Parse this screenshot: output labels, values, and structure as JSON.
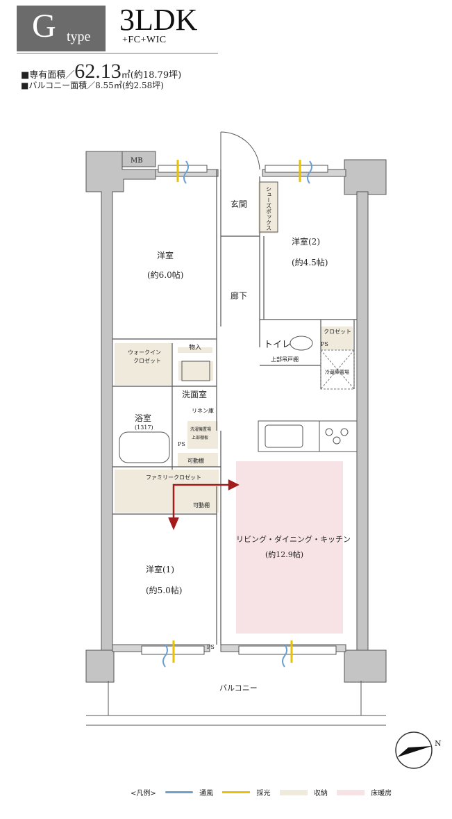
{
  "header": {
    "type_letter": "G",
    "type_word": "type",
    "plan_type": "3LDK",
    "plan_extras": "+FC+WIC"
  },
  "area": {
    "exclusive_label": "■専有面積／",
    "exclusive_value": "62.13",
    "exclusive_unit": "㎡(約18.79坪)",
    "balcony_line": "■バルコニー面積／8.55㎡(約2.58坪)"
  },
  "rooms": {
    "mb": "MB",
    "entrance": "玄関",
    "shoe_box": "シューズボックス",
    "western_room_tl_name": "洋室",
    "western_room_tl_size": "(約6.0帖)",
    "western_room_2_name": "洋室(2)",
    "western_room_2_size": "(約4.5帖)",
    "corridor": "廊下",
    "closet_small": "クロゼット",
    "toilet": "トイレ",
    "upper_cabinet": "上部吊戸棚",
    "ps": "PS",
    "fridge": "冷蔵庫置場",
    "storage": "物入",
    "walkin_line1": "ウォークイン",
    "walkin_line2": "クロゼット",
    "washroom": "洗面室",
    "linen": "リネン庫",
    "bath": "浴室",
    "bath_size": "(1317)",
    "washer_line1": "洗濯機置場",
    "washer_line2": "上部棚板",
    "movable_shelf": "可動棚",
    "family_closet": "ファミリークロゼット",
    "ldk_name": "リビング・ダイニング・キッチン",
    "ldk_size": "(約12.9帖)",
    "western_room_1_name": "洋室(1)",
    "western_room_1_size": "(約5.0帖)",
    "balcony": "バルコニー",
    "compass": "N"
  },
  "legend": {
    "label": "<凡例>",
    "ventilation": "通風",
    "daylight": "採光",
    "storage": "収納",
    "floor_heating": "床暖房"
  },
  "colors": {
    "ventilation": "#6aa0cf",
    "daylight": "#e8c200",
    "storage": "#efeadc",
    "floor_heating": "#f7e3e6",
    "wall": "#b9b9b9",
    "flow_arrow": "#a31b1b",
    "badge": "#6b6b6b"
  }
}
